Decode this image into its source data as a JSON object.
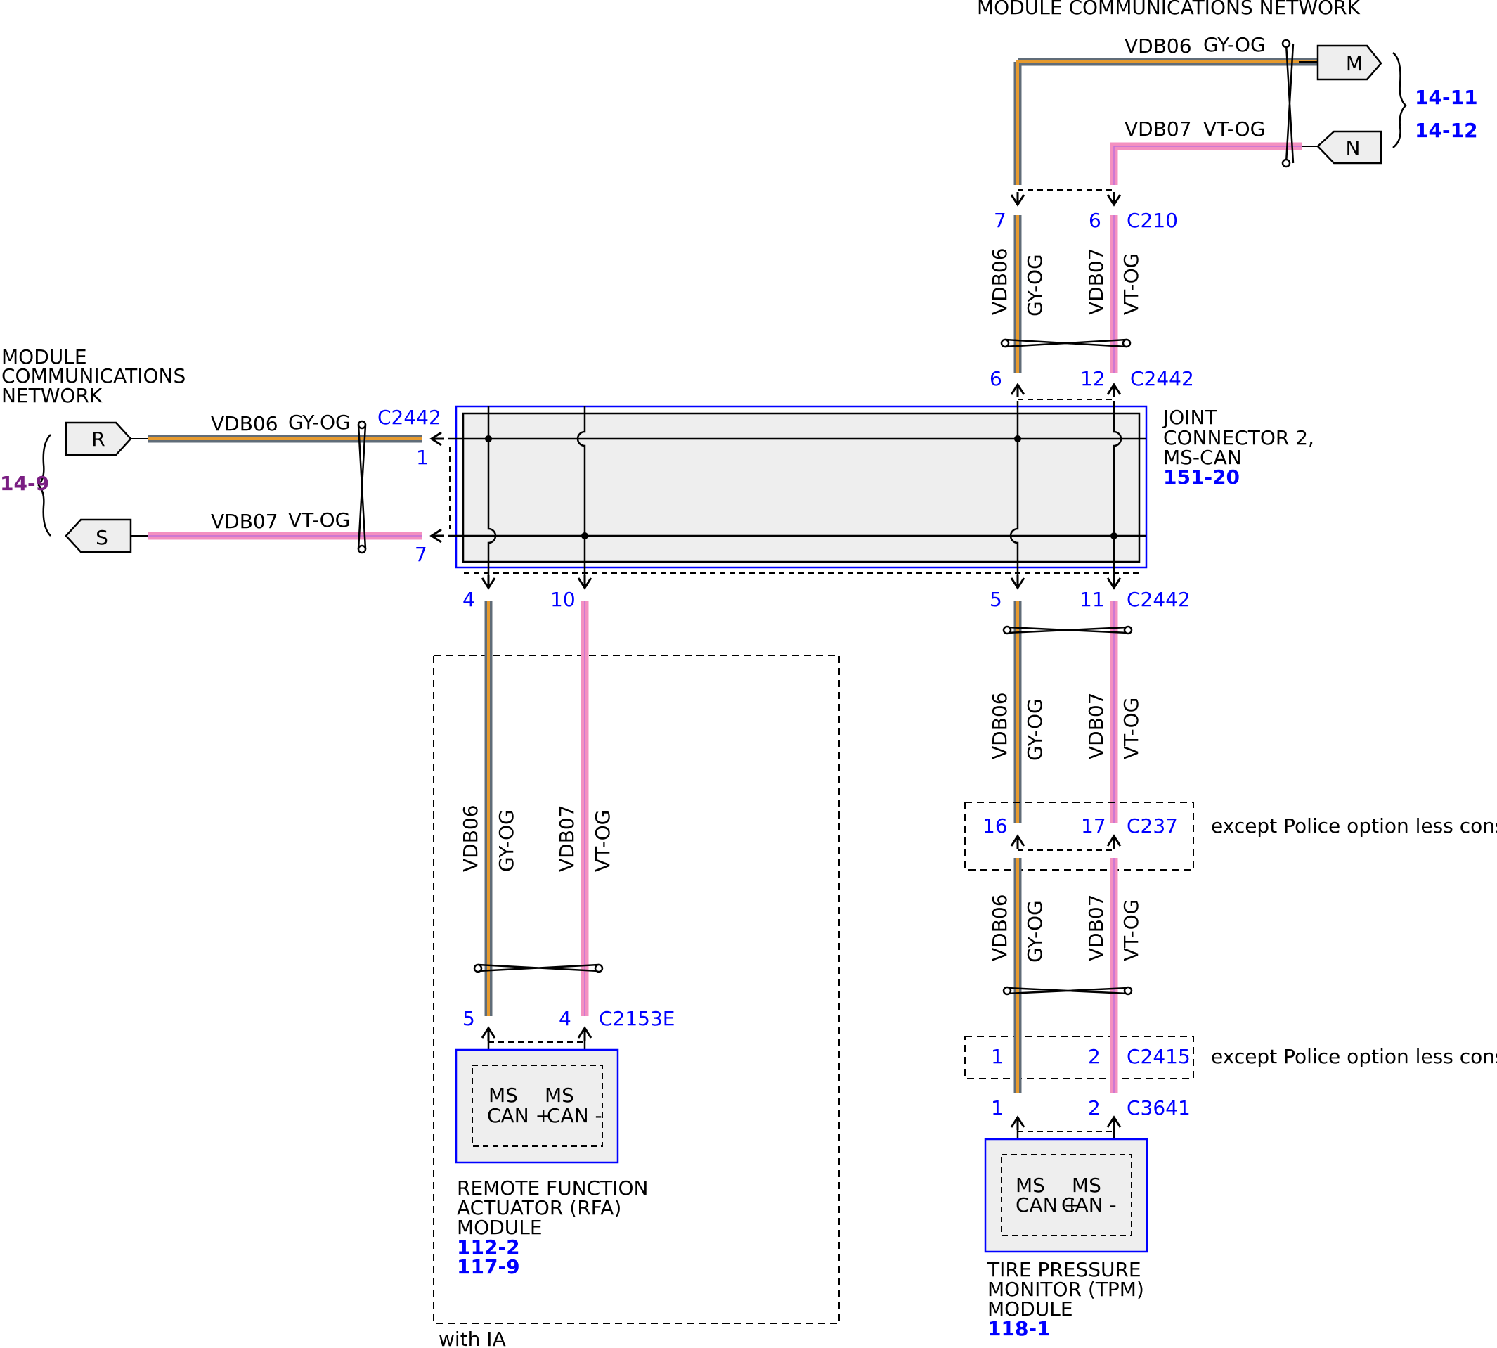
{
  "network_top_label": "MODULE COMMUNICATIONS NETWORK",
  "network_left_label": [
    "MODULE",
    "COMMUNICATIONS",
    "NETWORK"
  ],
  "wires": {
    "vdb06": "VDB06",
    "vdb07": "VDB07",
    "gyog": "GY-OG",
    "vtog": "VT-OG"
  },
  "off_page": {
    "m": "M",
    "n": "N",
    "r": "R",
    "s": "S"
  },
  "page_refs": {
    "top_1": "14-11",
    "top_2": "14-12",
    "left": "14-9"
  },
  "connectors": {
    "c210": "C210",
    "c2442": "C2442",
    "c2153e": "C2153E",
    "c237": "C237",
    "c2415": "C2415",
    "c3641": "C3641"
  },
  "pins": {
    "c210_a": "7",
    "c210_b": "6",
    "c2442_top_a": "6",
    "c2442_top_b": "12",
    "c2442_left_a": "1",
    "c2442_left_b": "7",
    "c2442_bl_a": "4",
    "c2442_bl_b": "10",
    "c2442_br_a": "5",
    "c2442_br_b": "11",
    "c2153e_a": "5",
    "c2153e_b": "4",
    "c237_a": "16",
    "c237_b": "17",
    "c2415_a": "1",
    "c2415_b": "2",
    "c3641_a": "1",
    "c3641_b": "2"
  },
  "joint_connector": {
    "lines": [
      "JOINT",
      "CONNECTOR 2,",
      "MS-CAN"
    ],
    "ref": "151-20"
  },
  "rfa_module": {
    "pin_a_lines": [
      "MS",
      "CAN +"
    ],
    "pin_b_lines": [
      "MS",
      "CAN -"
    ],
    "lines": [
      "REMOTE FUNCTION",
      "ACTUATOR (RFA)",
      "MODULE"
    ],
    "refs": [
      "112-2",
      "117-9"
    ],
    "option_label": "with IA"
  },
  "tpm_module": {
    "pin_a_lines": [
      "MS",
      "CAN +"
    ],
    "pin_b_lines": [
      "MS",
      "CAN -"
    ],
    "lines": [
      "TIRE PRESSURE",
      "MONITOR (TPM)",
      "MODULE"
    ],
    "ref": "118-1"
  },
  "option_note": "except Police option less console",
  "colors": {
    "gy_og_outer": "#606c78",
    "gy_og_inner": "#e69a2e",
    "vt_og_outer": "#f490c0",
    "vt_og_inner": "#c070d8",
    "connector_blue": "#0000ff",
    "module_fill": "#eeeeee",
    "page_ref_blue": "#0000ff",
    "page_ref_purple": "#7a1e82"
  }
}
